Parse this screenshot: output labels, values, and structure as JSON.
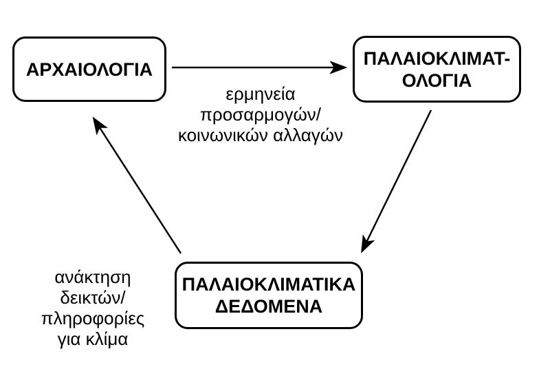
{
  "diagram": {
    "nodes": {
      "archaeology": {
        "label": "ΑΡΧΑΙΟΛΟΓΙΑ"
      },
      "paleoclimatology": {
        "label": "ΠΑΛΑΙΟΚΛΙΜΑΤ-\nΟΛΟΓΙΑ"
      },
      "paleoclimatic_data": {
        "label": "ΠΑΛΑΙΟΚΛΙΜΑΤΙΚΑ\nΔΕΔΟΜΕΝΑ"
      }
    },
    "edges": [
      {
        "from": "archaeology",
        "to": "paleoclimatology",
        "label": "ερμηνεία\nπροσαρμογών/\nκοινωνικών αλλαγών"
      },
      {
        "from": "paleoclimatology",
        "to": "paleoclimatic_data",
        "label": ""
      },
      {
        "from": "paleoclimatic_data",
        "to": "archaeology",
        "label": "ανάκτηση\nδεικτών/\nπληροφορίες\nγια κλίμα"
      }
    ],
    "colors": {
      "background": "#ffffff",
      "node_fill": "#ffffff",
      "stroke": "#000000",
      "text": "#000000"
    }
  }
}
